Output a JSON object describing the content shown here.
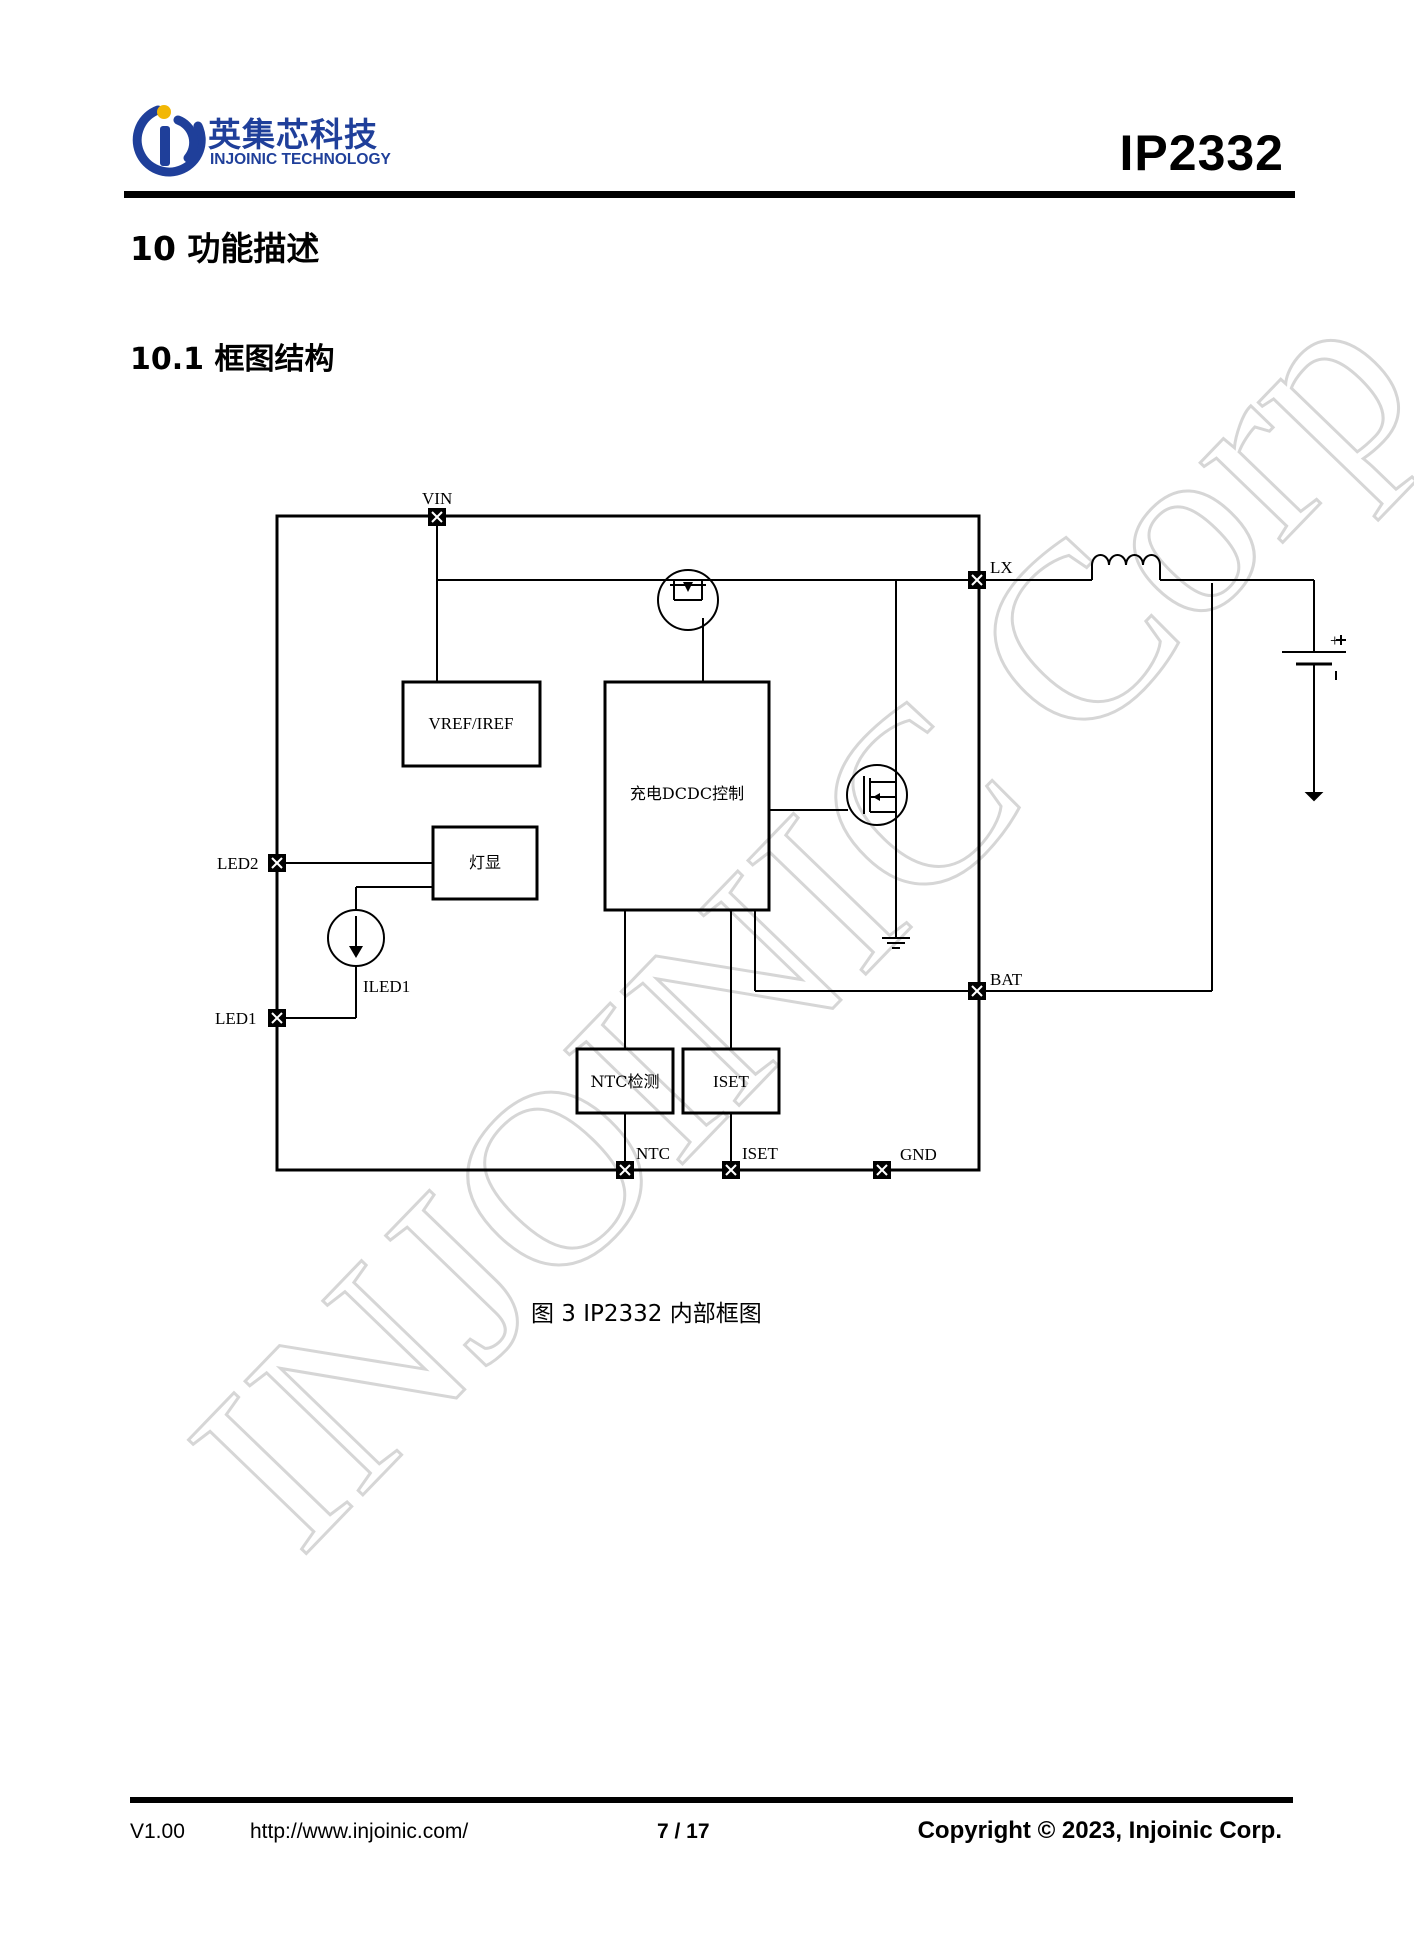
{
  "header": {
    "logo_cn": "英集芯科技",
    "logo_en": "INJOINIC TECHNOLOGY",
    "doc_title": "IP2332",
    "brand_blue": "#1f3f9a",
    "brand_yellow": "#f2b705"
  },
  "section": {
    "title": "10  功能描述",
    "subtitle": "10.1 框图结构"
  },
  "diagram": {
    "pins": {
      "vin": "VIN",
      "lx": "LX",
      "bat": "BAT",
      "led2": "LED2",
      "led1": "LED1",
      "ntc": "NTC",
      "iset": "ISET",
      "gnd": "GND"
    },
    "blocks": {
      "vref": "VREF/IREF",
      "dcdc": "充电DCDC控制",
      "led_display": "灯显",
      "ntc_detect": "NTC检测",
      "iset": "ISET"
    },
    "labels": {
      "iled1": "ILED1",
      "battery_plus": "+"
    }
  },
  "figure": {
    "caption": "图 3    IP2332 内部框图"
  },
  "watermark": "INJOINIC Corp.",
  "footer": {
    "version": "V1.00",
    "url": "http://www.injoinic.com/",
    "page": "7 / 17",
    "copyright": "Copyright © 2023, Injoinic Corp."
  }
}
